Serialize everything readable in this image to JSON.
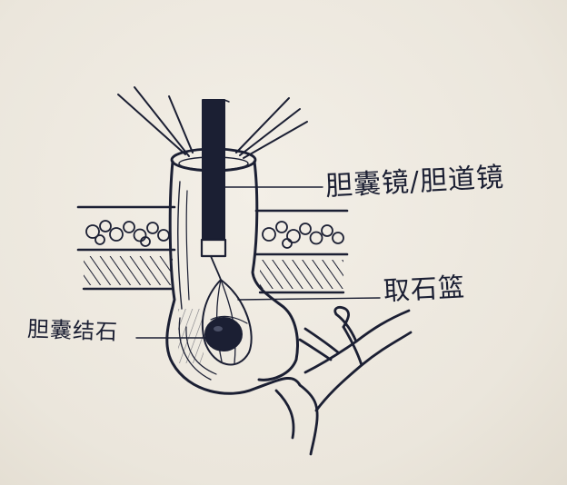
{
  "labels": {
    "scope": "胆囊镜/胆道镜",
    "basket": "取石篮",
    "stone": "胆囊结石"
  },
  "colors": {
    "paper": "#ece7dd",
    "ink": "#1b1f33"
  }
}
